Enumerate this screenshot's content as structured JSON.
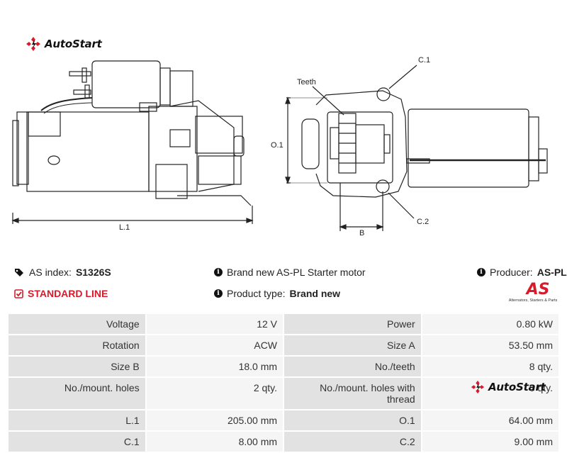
{
  "brand": {
    "name": "AutoStart",
    "accent": "#d91a2a"
  },
  "drawing": {
    "labels": {
      "l1": "L.1",
      "o1": "O.1",
      "b": "B",
      "teeth": "Teeth",
      "c1": "C.1",
      "c2": "C.2"
    }
  },
  "info": {
    "as_index_label": "AS index:",
    "as_index_value": "S1326S",
    "line_label": "STANDARD LINE",
    "description": "Brand new AS-PL Starter motor",
    "product_type_label": "Product type:",
    "product_type_value": "Brand new",
    "producer_label": "Producer:",
    "producer_value": "AS-PL"
  },
  "producer_logo": {
    "mark": "AS",
    "tagline": "Alternators, Starters & Parts"
  },
  "specs": [
    [
      "Voltage",
      "12 V",
      "Power",
      "0.80 kW"
    ],
    [
      "Rotation",
      "ACW",
      "Size A",
      "53.50 mm"
    ],
    [
      "Size B",
      "18.0 mm",
      "No./teeth",
      "8 qty."
    ],
    [
      "No./mount. holes",
      "2 qty.",
      "No./mount. holes with thread",
      "0 qty."
    ],
    [
      "L.1",
      "205.00 mm",
      "O.1",
      "64.00 mm"
    ],
    [
      "C.1",
      "8.00 mm",
      "C.2",
      "9.00 mm"
    ]
  ]
}
